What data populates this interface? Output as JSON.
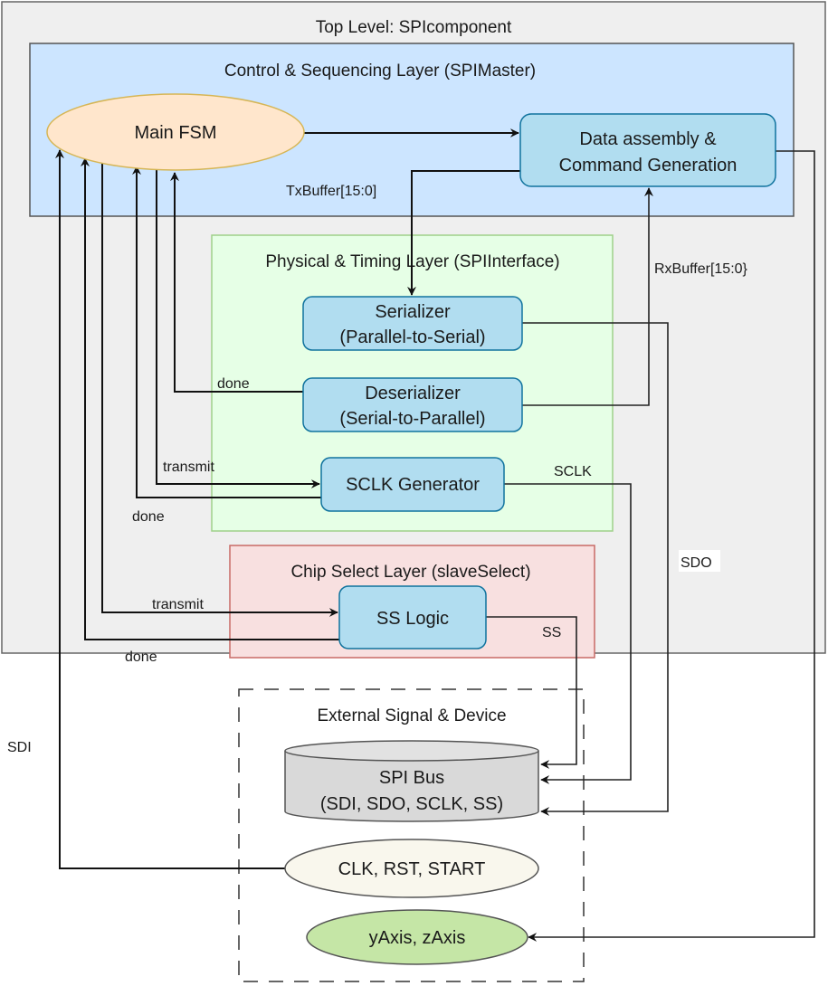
{
  "diagram": {
    "top_level": {
      "title": "Top Level: SPIcomponent"
    },
    "layers": {
      "control": {
        "title": "Control & Sequencing Layer (SPIMaster)",
        "fill": "#cce5ff",
        "stroke": "#555555"
      },
      "physical": {
        "title": "Physical & Timing Layer (SPIInterface)",
        "fill": "#e6ffe6",
        "stroke": "#82b366"
      },
      "chip_select": {
        "title": "Chip Select Layer (slaveSelect)",
        "fill": "#f8e0e0",
        "stroke": "#b85450"
      },
      "external": {
        "title": "External Signal & Device"
      }
    },
    "nodes": {
      "main_fsm": {
        "label": "Main FSM",
        "fill": "#ffe6cc",
        "stroke": "#d6b656"
      },
      "data_assembly": {
        "line1": "Data assembly &",
        "line2": "Command Generation"
      },
      "serializer": {
        "line1": "Serializer",
        "line2": "(Parallel-to-Serial)"
      },
      "deserializer": {
        "line1": "Deserializer",
        "line2": "(Serial-to-Parallel)"
      },
      "sclk_generator": {
        "label": "SCLK Generator"
      },
      "ss_logic": {
        "label": "SS Logic"
      },
      "spi_bus": {
        "line1": "SPI Bus",
        "line2": "(SDI, SDO, SCLK, SS)"
      },
      "clk_rst_start": {
        "label": "CLK, RST, START"
      },
      "y_z_axis": {
        "label": "yAxis, zAxis"
      }
    },
    "signals": {
      "tx_buffer": "TxBuffer[15:0]",
      "rx_buffer": "RxBuffer[15:0}",
      "done_deserializer": "done",
      "transmit_sclk": "transmit",
      "done_sclk": "done",
      "sclk": "SCLK",
      "transmit_ss": "transmit",
      "done_ss": "done",
      "ss": "SS",
      "sdo": "SDO",
      "sdi": "SDI"
    },
    "colors": {
      "module_fill": "#b1ddf0",
      "module_stroke": "#10739e",
      "top_level_fill": "#efefef"
    }
  }
}
